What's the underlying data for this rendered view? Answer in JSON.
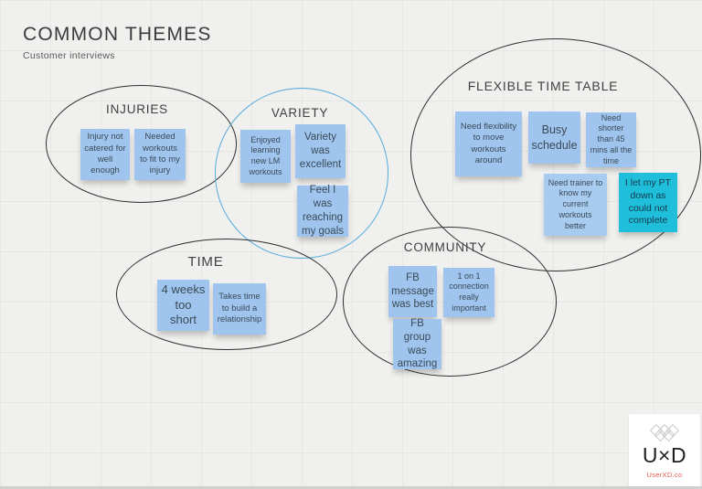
{
  "board": {
    "title": "COMMON THEMES",
    "subtitle": "Customer interviews"
  },
  "groups": [
    {
      "label": "INJURIES",
      "notes": [
        {
          "text": "Injury not catered for well enough"
        },
        {
          "text": "Needed workouts to fit to my injury"
        }
      ]
    },
    {
      "label": "VARIETY",
      "notes": [
        {
          "text": "Enjoyed learning new LM workouts"
        },
        {
          "text": "Variety was excellent"
        },
        {
          "text": "Feel I was reaching my goals"
        }
      ]
    },
    {
      "label": "FLEXIBLE TIME TABLE",
      "notes": [
        {
          "text": "Need flexibility to move workouts around"
        },
        {
          "text": "Busy schedule"
        },
        {
          "text": "Need shorter than 45 mins all the time"
        },
        {
          "text": "Need trainer to know my current workouts better"
        },
        {
          "text": "I let my PT down as could not complete"
        }
      ]
    },
    {
      "label": "TIME",
      "notes": [
        {
          "text": "4 weeks too short"
        },
        {
          "text": "Takes time to build a relationship"
        }
      ]
    },
    {
      "label": "COMMUNITY",
      "notes": [
        {
          "text": "FB message was best"
        },
        {
          "text": "1 on 1 connection really important"
        },
        {
          "text": "FB group was amazing"
        }
      ]
    }
  ],
  "logo": {
    "brand": "U×D",
    "site": "UserXD.co"
  },
  "colors": {
    "background": "#f0f0ee",
    "ellipse_stroke": "#2f2f2f",
    "variety_ellipse_stroke": "#58abdc",
    "note_blue": "#9fc5ee",
    "note_cyan": "#1fbfdc",
    "note_text": "#3a4956",
    "brand_red": "#e2574b"
  }
}
